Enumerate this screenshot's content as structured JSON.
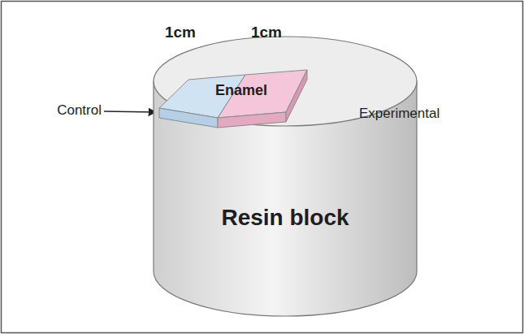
{
  "diagram": {
    "nodes": [
      {
        "text": [
          "Resin block"
        ]
      },
      {
        "text": [
          "Enamel"
        ],
        "in": 0
      }
    ],
    "labels": [
      "1cm",
      "1cm",
      "Control",
      "Experimental"
    ]
  }
}
